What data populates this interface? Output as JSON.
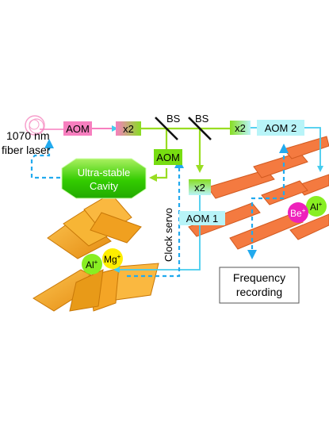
{
  "laser": {
    "line1": "1070 nm",
    "line2": "fiber laser"
  },
  "cavity": {
    "line1": "Ultra-stable",
    "line2": "Cavity"
  },
  "boxes": {
    "aom_input": "AOM",
    "x2_first": "x2",
    "bs_left": "BS",
    "bs_right": "BS",
    "aom_cavity": "AOM",
    "x2_down": "x2",
    "aom1": "AOM 1",
    "x2_right": "x2",
    "aom2": "AOM 2"
  },
  "servo_label": "Clock servo",
  "ions": {
    "left_al": "Al",
    "left_al_sup": "+",
    "left_mg": "Mg",
    "left_mg_sup": "+",
    "right_be": "Be",
    "right_be_sup": "+",
    "right_al": "Al",
    "right_al_sup": "+"
  },
  "recording": {
    "line1": "Frequency",
    "line2": "recording"
  },
  "colors": {
    "beam_green": "#99dd22",
    "beam_cyan": "#44ccee",
    "servo_blue": "#22aaee",
    "aom_pink": "#f77fbf",
    "box_green": "#77dd11",
    "box_cyan": "#b8f4f8",
    "trap_orange": "#f4a020",
    "trap_salmon": "#f47a40",
    "ion_yellow": "#ffee00",
    "ion_lime": "#88ee22",
    "ion_magenta": "#ee22bb"
  }
}
